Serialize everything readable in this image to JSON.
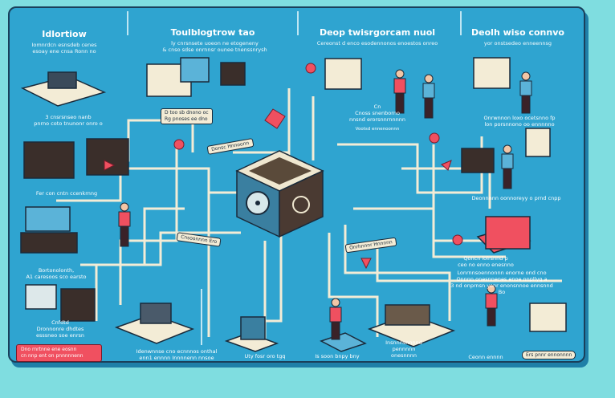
{
  "colors": {
    "background": "#7fdde0",
    "board": "#2fa4d0",
    "pipe": "#f3ecd6",
    "accent_red": "#f05060",
    "dark": "#1a2a3a"
  },
  "panels": [
    {
      "title": "Idlortiow",
      "subtitle": [
        "Iomnrdcn esnsdeb cenes",
        "esoay ene cnsa Ronn no"
      ]
    },
    {
      "title": "Toulblogtrow tao",
      "subtitle": [
        "ly cnrsnsete uoeon ne etogeneny",
        "& cnso sdse onrnnsr ounee tnenssnrysh"
      ]
    },
    {
      "title": "Deop twisrgorcam nuol",
      "subtitle": [
        "Cereonst d enco esodennonos enoestos onreo"
      ]
    },
    {
      "title": "Deolh wiso connvo",
      "subtitle": [
        "yor onstsedeo enneennsg"
      ]
    }
  ],
  "labels": {
    "left_1": [
      "3 cnsrsnseo nanb",
      "pnrno coto tnunonr onro o"
    ],
    "left_2": "Fer con cntn ccenkrnng",
    "left_3": [
      "Bortonolonth,",
      "A1 caresoos sco earsto"
    ],
    "left_4": [
      "Cnfdtd",
      "Dronnonre dhdtes",
      "esssneo soe enrsn"
    ],
    "callout_top": [
      "D too sb dnono oc",
      "Rg pnoses ee dno"
    ],
    "tag_upper": "Donsc Hnnoonn",
    "tag_left": "Cnsoonnnn Ero",
    "tag_right": "Onrhnnnr Hnnnnn",
    "tag_top_right": "Vootsd ennenoonnn",
    "mid_top": [
      "Cn",
      "Cnoss snenborno",
      "nnsnd erorsnnrnnnnn"
    ],
    "right_1": [
      "Onrwnnon loxo ocetsnno fp",
      "lon porsnnono oo ennnnno"
    ],
    "right_2": "Deonnnnn oonnoreyy o prnd cnpp",
    "right_3": [
      "Qoncn ioirsnnd p",
      "ceo no enno enesnno"
    ],
    "right_4": [
      "Lonrnnsoennonnn enorne ond cno",
      "Onnnn onesnnenes enoe nnpllyg a",
      "3 nd onprnsn yonr enonsnnoe ennsnnd",
      "Bo"
    ],
    "bottom_1": [
      "Idenwnnse cno ecnnnos onthal",
      "enn1 ennnn Innnnenn nnsoe"
    ],
    "bottom_2": "Uty fosr oro tgq",
    "bottom_3": "Is soon bnpy bny",
    "bottom_4": [
      "Insnnnsnnnnd",
      "pennnnn",
      "onesnnnn"
    ],
    "bottom_5": "Ceonn ennnn",
    "bottom_button": "Ers pnnr ennonnnn"
  },
  "alert_box": [
    "Dno rnrtnne ene eosnn",
    "cn nnp ent on pnnnnnenn"
  ]
}
